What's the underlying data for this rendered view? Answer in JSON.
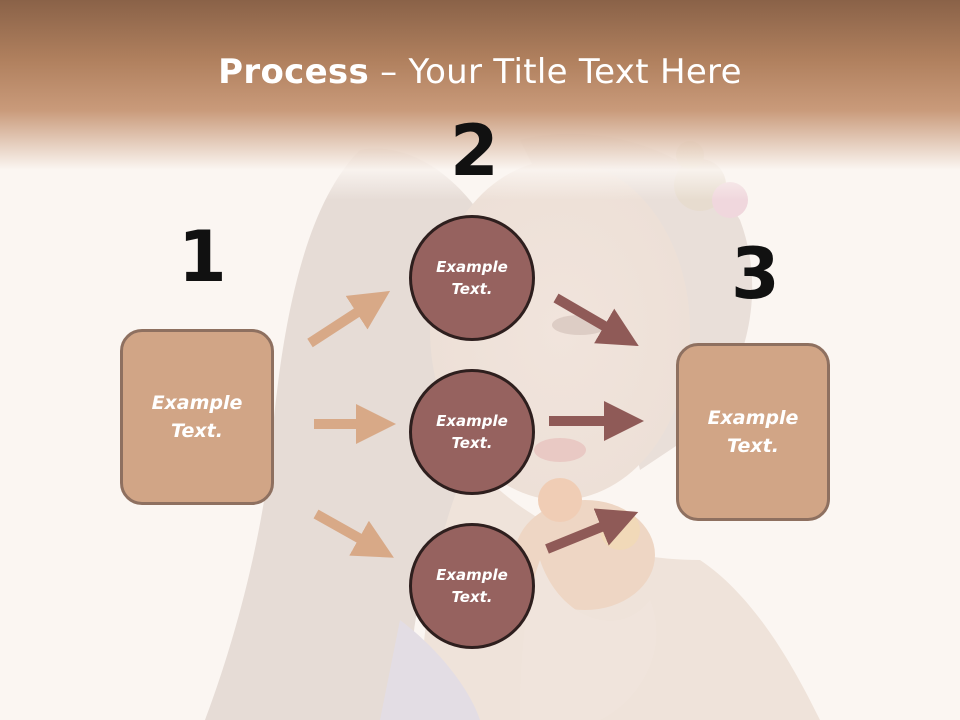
{
  "title": {
    "bold": "Process",
    "rest": " – Your Title Text Here"
  },
  "steps": {
    "one": {
      "number": "1",
      "text": "Example\nText."
    },
    "two": {
      "number": "2",
      "circles": [
        {
          "text": "Example\nText."
        },
        {
          "text": "Example\nText."
        },
        {
          "text": "Example\nText."
        }
      ]
    },
    "three": {
      "number": "3",
      "text": "Example\nText."
    }
  },
  "colors": {
    "box_fill": "#d1a586",
    "circle_fill": "#96625f",
    "left_arrow": "#d8a987",
    "right_arrow": "#8f5a57"
  }
}
